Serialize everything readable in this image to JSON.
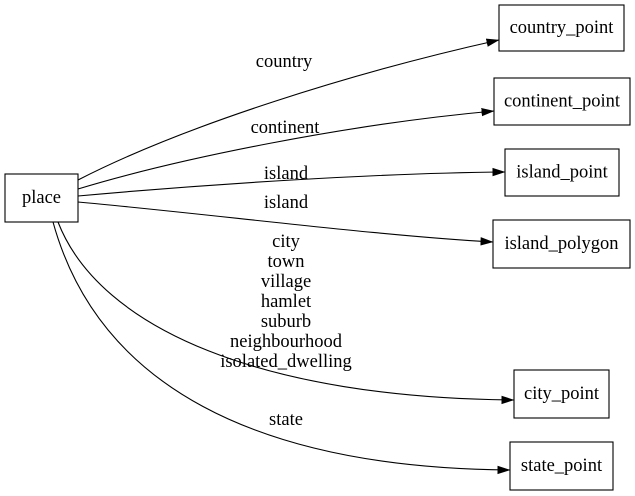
{
  "diagram": {
    "background_color": "#ffffff",
    "line_color": "#000000",
    "nodes": [
      {
        "id": "place",
        "label": "place"
      },
      {
        "id": "country_point",
        "label": "country_point"
      },
      {
        "id": "continent_point",
        "label": "continent_point"
      },
      {
        "id": "island_point",
        "label": "island_point"
      },
      {
        "id": "island_polygon",
        "label": "island_polygon"
      },
      {
        "id": "city_point",
        "label": "city_point"
      },
      {
        "id": "state_point",
        "label": "state_point"
      }
    ],
    "edges": [
      {
        "from": "place",
        "to": "country_point",
        "label": "country"
      },
      {
        "from": "place",
        "to": "continent_point",
        "label": "continent"
      },
      {
        "from": "place",
        "to": "island_point",
        "label": "island"
      },
      {
        "from": "place",
        "to": "island_polygon",
        "label": "island"
      },
      {
        "from": "place",
        "to": "city_point",
        "label_lines": [
          "city",
          "town",
          "village",
          "hamlet",
          "suburb",
          "neighbourhood",
          "isolated_dwelling"
        ]
      },
      {
        "from": "place",
        "to": "state_point",
        "label": "state"
      }
    ]
  }
}
